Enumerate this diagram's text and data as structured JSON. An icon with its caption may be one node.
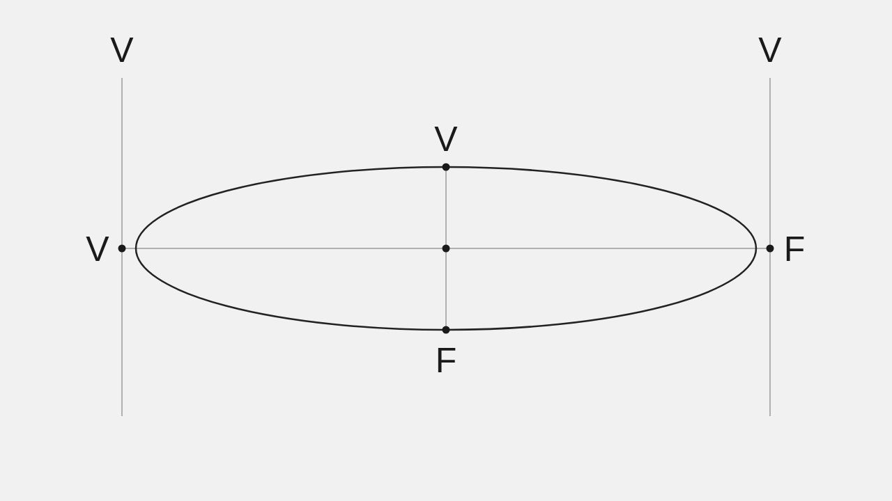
{
  "diagram": {
    "labels": [
      "V",
      "V",
      "V",
      "V",
      "F",
      "F"
    ]
  }
}
